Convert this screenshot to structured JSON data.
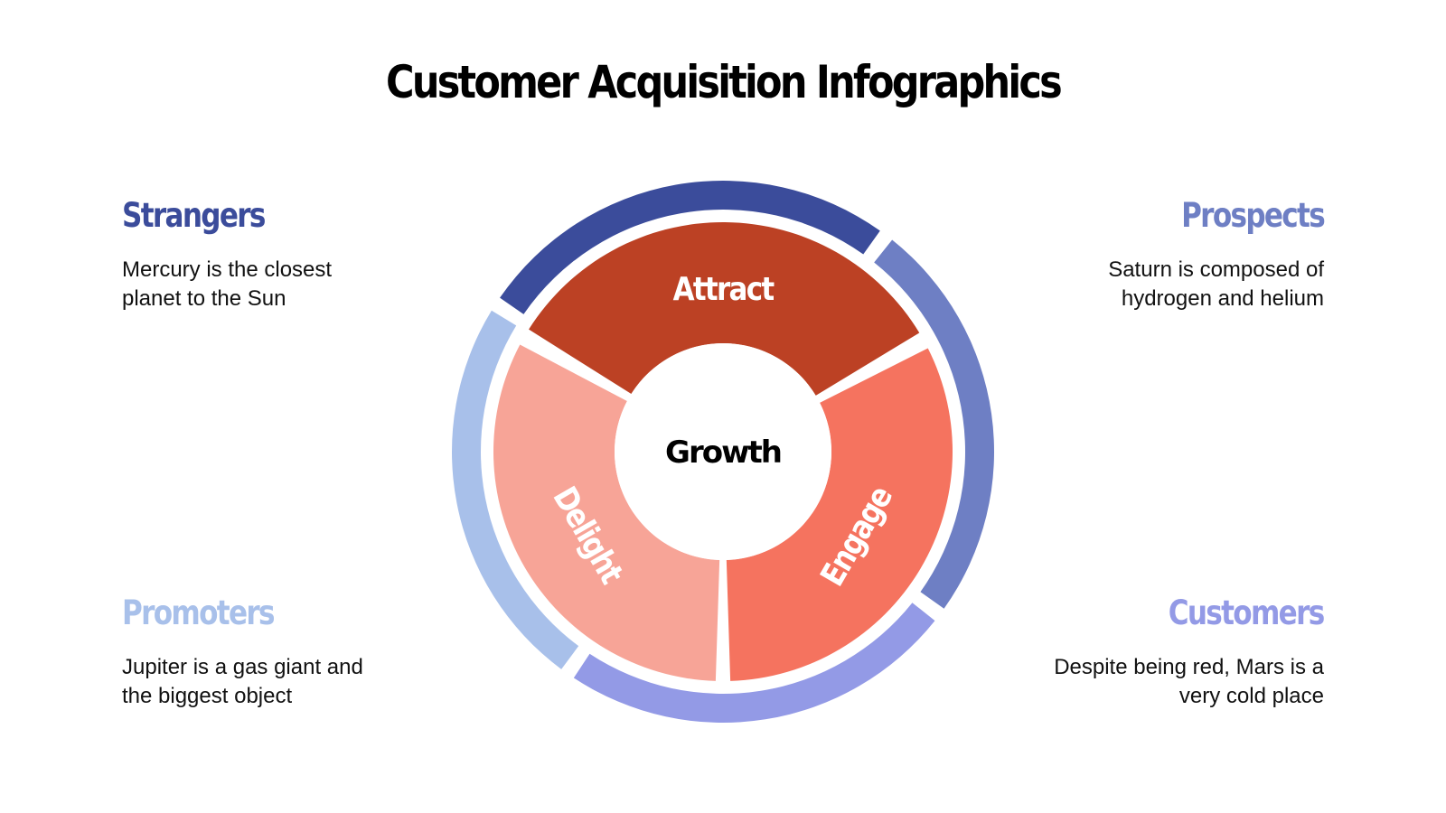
{
  "title": "Customer Acquisition Infographics",
  "stages": {
    "strangers": {
      "heading": "Strangers",
      "text_line1": "Mercury is the closest",
      "text_line2": "planet to the Sun",
      "color": "#3B4C9B"
    },
    "prospects": {
      "heading": "Prospects",
      "text_line1": "Saturn is composed of",
      "text_line2": "hydrogen and helium",
      "color": "#6E7FC4"
    },
    "promoters": {
      "heading": "Promoters",
      "text_line1": "Jupiter is a gas giant and",
      "text_line2": "the biggest object",
      "color": "#A8C0EA"
    },
    "customers": {
      "heading": "Customers",
      "text_line1": "Despite being red, Mars is a",
      "text_line2": "very cold place",
      "color": "#939AE6"
    }
  },
  "wheel": {
    "center_label": "Growth",
    "segments": {
      "attract": {
        "label": "Attract",
        "color": "#BC4124"
      },
      "engage": {
        "label": "Engage",
        "color": "#F5735F"
      },
      "delight": {
        "label": "Delight",
        "color": "#F7A497"
      }
    }
  }
}
